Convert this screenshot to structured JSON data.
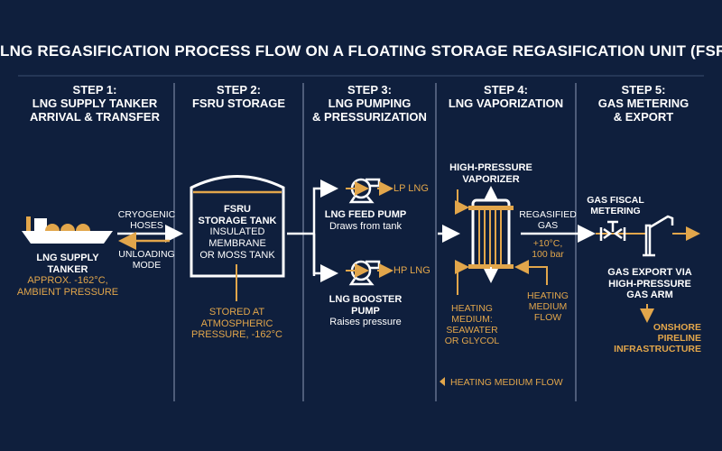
{
  "title": "LNG REGASIFICATION PROCESS FLOW ON A FLOATING STORAGE REGASIFICATION UNIT (FSRU)",
  "steps": [
    {
      "num": "STEP 1:",
      "name1": "LNG SUPPLY TANKER",
      "name2": "ARRIVAL & TRANSFER"
    },
    {
      "num": "STEP 2:",
      "name1": "FSRU STORAGE",
      "name2": ""
    },
    {
      "num": "STEP 3:",
      "name1": "LNG PUMPING",
      "name2": "& PRESSURIZATION"
    },
    {
      "num": "STEP 4:",
      "name1": "LNG VAPORIZATION",
      "name2": ""
    },
    {
      "num": "STEP 5:",
      "name1": "GAS METERING",
      "name2": "& EXPORT"
    }
  ],
  "tanker": {
    "label1": "LNG SUPPLY",
    "label2": "TANKER",
    "note1": "APPROX. -162°C,",
    "note2": "AMBIENT PRESSURE"
  },
  "transfer": {
    "hoses1": "CRYOGENIC",
    "hoses2": "HOSES",
    "mode1": "UNLOADING",
    "mode2": "MODE"
  },
  "tank": {
    "l1": "FSRU",
    "l2": "STORAGE TANK",
    "l3": "INSULATED",
    "l4": "MEMBRANE",
    "l5": "OR MOSS TANK",
    "n1": "STORED AT",
    "n2": "ATMOSPHERIC",
    "n3": "PRESSURE, -162°C"
  },
  "pumps": {
    "feed": {
      "out": "LP LNG",
      "name": "LNG FEED PUMP",
      "desc": "Draws from tank"
    },
    "booster": {
      "out": "HP LNG",
      "name1": "LNG BOOSTER",
      "name2": "PUMP",
      "desc": "Raises pressure"
    }
  },
  "vaporizer": {
    "name1": "HIGH-PRESSURE",
    "name2": "VAPORIZER",
    "out1": "REGASIFIED",
    "out2": "GAS",
    "cond1": "+10°C,",
    "cond2": "100 bar",
    "hm1": "HEATING",
    "hm2": "MEDIUM:",
    "hm3": "SEAWATER",
    "hm4": "OR GLYCOL",
    "flow1": "HEATING",
    "flow2": "MEDIUM",
    "flow3": "FLOW",
    "legend": "HEATING MEDIUM FLOW"
  },
  "export": {
    "meter1": "GAS FISCAL",
    "meter2": "METERING",
    "arm1": "GAS EXPORT VIA",
    "arm2": "HIGH-PRESSURE",
    "arm3": "GAS ARM",
    "on1": "ONSHORE",
    "on2": "PIRELINE",
    "on3": "INFRASTRUCTURE"
  },
  "colors": {
    "background": "#0f1f3d",
    "accent": "#e2a64b",
    "line": "#ffffff"
  }
}
